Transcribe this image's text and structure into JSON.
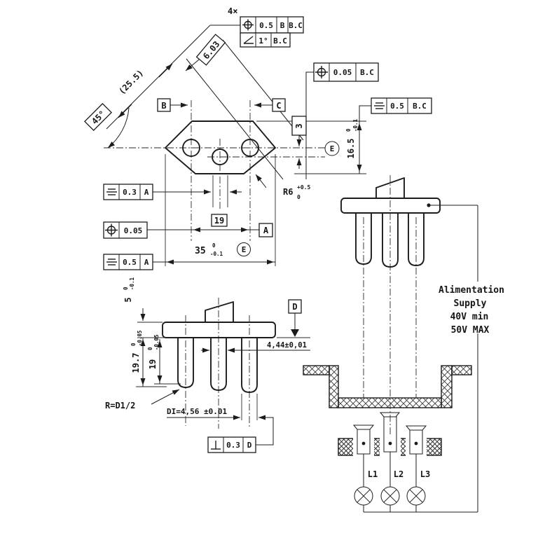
{
  "drawing": {
    "top_view": {
      "count_label": "4×",
      "fcf_position_pins": {
        "tol": "0.5",
        "datum_b": "B",
        "datum_bc": "B.C"
      },
      "fcf_angularity": {
        "tol": "1°",
        "datum": "B.C"
      },
      "fcf_position_right": {
        "tol": "0.05",
        "datum": "B.C"
      },
      "fcf_symmetry_height": {
        "tol": "0.5",
        "datum": "B.C"
      },
      "fcf_symmetry_center_pin": {
        "tol": "0.3",
        "datum": "A"
      },
      "fcf_position_spacing": {
        "tol": "0.05"
      },
      "fcf_symmetry_width": {
        "tol": "0.5",
        "datum": "A"
      },
      "dim_diagonal_ref": "(25.5)",
      "dim_angle": "45°",
      "dim_diag_offset": "6.03",
      "dim_center_offset": "3",
      "dim_height": {
        "value": "16.5",
        "upper": "0",
        "lower": "-0.1"
      },
      "dim_radius": {
        "value": "R6",
        "upper": "+0.5",
        "lower": "0"
      },
      "dim_pin_spacing": "19",
      "dim_width": {
        "value": "35",
        "upper": "0",
        "lower": "-0.1"
      },
      "datum_a": "A",
      "datum_b": "B",
      "datum_c": "C",
      "envelope_e_width": "E",
      "envelope_e_height": "E"
    },
    "side_view": {
      "dim_flange_thk": {
        "value": "5",
        "upper": "0",
        "lower": "-0.1"
      },
      "dim_pin_len_outer": {
        "value": "19.7",
        "upper": "0",
        "lower": "-0.05"
      },
      "dim_pin_len_center": {
        "value": "19",
        "upper": "0",
        "lower": "-0.05"
      },
      "dim_pin_dia": "4,44±0,01",
      "radius_note": "R=D1/2",
      "dia_note": "DI=4,56 ±0.01",
      "fcf_perpendicularity": {
        "tol": "0.3",
        "datum": "D"
      },
      "datum_d": "D"
    },
    "supply": {
      "line1": "Alimentation",
      "line2": "Supply",
      "line3": "40V min",
      "line4": "50V MAX"
    },
    "lamps": {
      "l1": "L1",
      "l2": "L2",
      "l3": "L3"
    }
  }
}
